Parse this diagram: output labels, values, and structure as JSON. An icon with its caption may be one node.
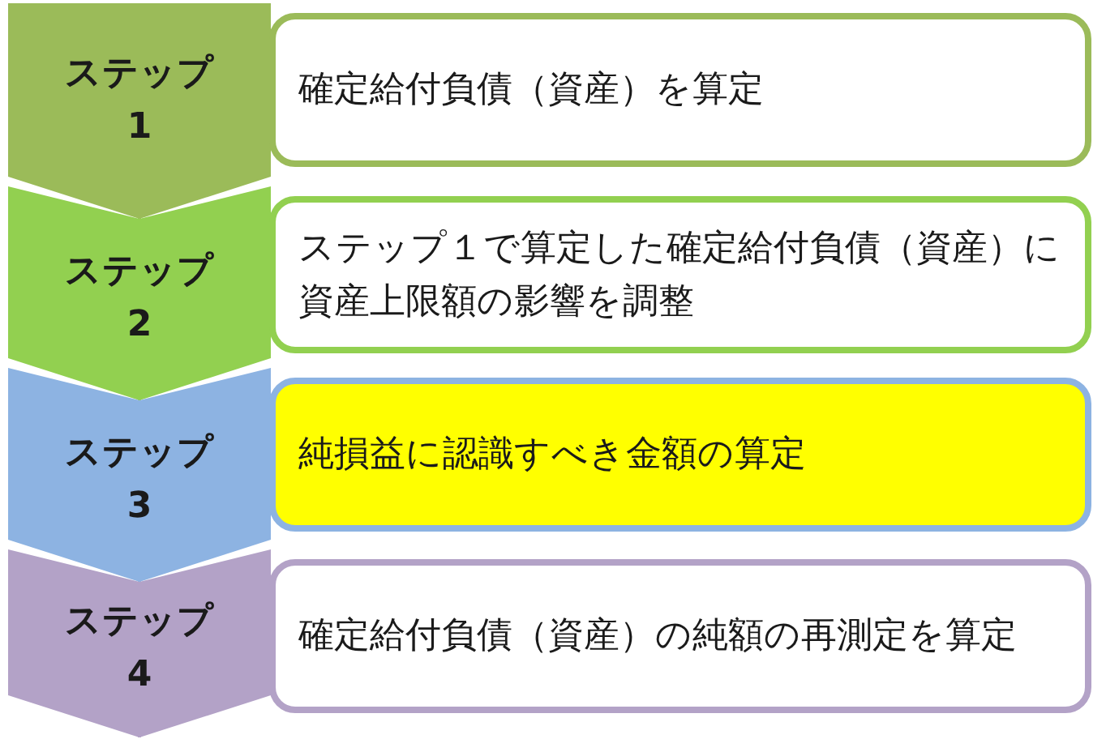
{
  "diagram": {
    "nodes": [
      {
        "text": [
          "ステップ 1"
        ]
      },
      {
        "text": [
          "確定給付負債（資産）を算定"
        ]
      },
      {
        "text": [
          "ステップ 2"
        ]
      },
      {
        "text": [
          "ステップ１で算定した確定給付負債（資産）に資産上限額の影響を調整"
        ]
      },
      {
        "text": [
          "ステップ 3"
        ]
      },
      {
        "text": [
          "純損益に認識すべき金額の算定"
        ]
      },
      {
        "text": [
          "ステップ 4"
        ]
      },
      {
        "text": [
          "確定給付負債（資産）の純額の再測定を算定"
        ]
      }
    ],
    "edges": [
      {
        "from": 0,
        "to": 2,
        "arrow": "to",
        "color": "#9bbb59"
      },
      {
        "from": 2,
        "to": 4,
        "arrow": "to",
        "color": "#92d050"
      },
      {
        "from": 4,
        "to": 6,
        "arrow": "to",
        "color": "#8db3e2"
      },
      {
        "from": 6,
        "to": null,
        "arrow": "to",
        "color": "#b3a2c7"
      }
    ]
  }
}
